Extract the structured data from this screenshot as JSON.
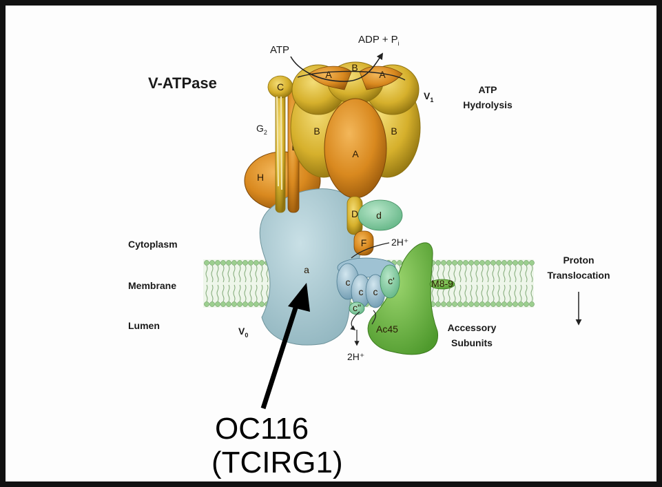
{
  "labels": {
    "complex": "V-ATPase",
    "v1": "V",
    "v1_sub": "1",
    "v0": "V",
    "v0_sub": "0",
    "atp_hydrolysis": [
      "ATP",
      "Hydrolysis"
    ],
    "atp": "ATP",
    "adp_pi": "ADP + P",
    "adp_pi_sub": "i",
    "cytoplasm": "Cytoplasm",
    "membrane": "Membrane",
    "lumen": "Lumen",
    "proton_translocation": [
      "Proton",
      "Translocation"
    ],
    "accessory_subunits": [
      "Accessory",
      "Subunits"
    ],
    "proton_in": "2H⁺",
    "proton_out": "2H⁺",
    "gene_line1": "OC116",
    "gene_line2": "(TCIRG1)"
  },
  "subunits": {
    "A_top_left": "A",
    "B_top": "B",
    "A_top_right": "A",
    "C": "C",
    "G2": "G",
    "G2_sub": "2",
    "E": "E",
    "H": "H",
    "B_left": "B",
    "A_center": "A",
    "B_right": "B",
    "D": "D",
    "d": "d",
    "F": "F",
    "a": "a",
    "c1": "c",
    "c2": "c",
    "c3": "c",
    "c_prime": "c'",
    "c_double_prime": "c\"",
    "Ac45": "Ac45",
    "M8_9": "M8-9"
  },
  "colors": {
    "subunit_orange": "#d9891f",
    "subunit_gold": "#d6b02c",
    "a_subunit_blue": "#a9c9d1",
    "c_ring_blue": "#9fc2d3",
    "accessory_green": "#6db843",
    "d_subunit_mint": "#7fcaa0",
    "membrane_green": "#9ccf8f"
  }
}
